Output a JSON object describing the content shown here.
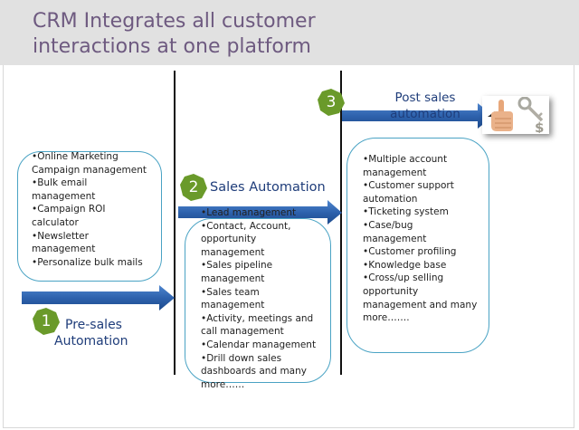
{
  "header": {
    "title_line1": "CRM Integrates all customer",
    "title_line2": "interactions at one platform"
  },
  "stages": [
    {
      "number": "1",
      "label_line1": "Pre-sales",
      "label_line2": "Automation",
      "items": [
        "•Online Marketing",
        "Campaign management",
        "•Bulk email",
        "management",
        "•Campaign ROI",
        "calculator",
        "•Newsletter",
        "management",
        "•Personalize bulk mails"
      ]
    },
    {
      "number": "2",
      "label_line1": "Sales Automation",
      "items": [
        "•Lead management",
        "•Contact, Account,",
        "opportunity",
        "management",
        "•Sales pipeline",
        "management",
        "•Sales team",
        "management",
        "•Activity, meetings and",
        "call management",
        "•Calendar management",
        "•Drill down sales",
        "dashboards and many",
        "more……"
      ]
    },
    {
      "number": "3",
      "label_line1": "Post sales",
      "label_line2": "automation",
      "items": [
        "•Multiple account",
        "management",
        "•Customer support",
        "automation",
        "•Ticketing system",
        "•Case/bug",
        "management",
        "•Customer profiling",
        "•Knowledge base",
        "•Cross/up selling",
        "opportunity",
        "management and many",
        "more……."
      ]
    }
  ],
  "icons": {
    "thumbs_up": "thumbs-up-icon",
    "key": "dollar-key-icon"
  },
  "colors": {
    "title": "#6e5a80",
    "header_bg": "#e1e1e1",
    "arrow": "#2e62ad",
    "badge": "#6a9a2a",
    "box_border": "#4aa3c4",
    "stage_label": "#1f3d7a"
  }
}
